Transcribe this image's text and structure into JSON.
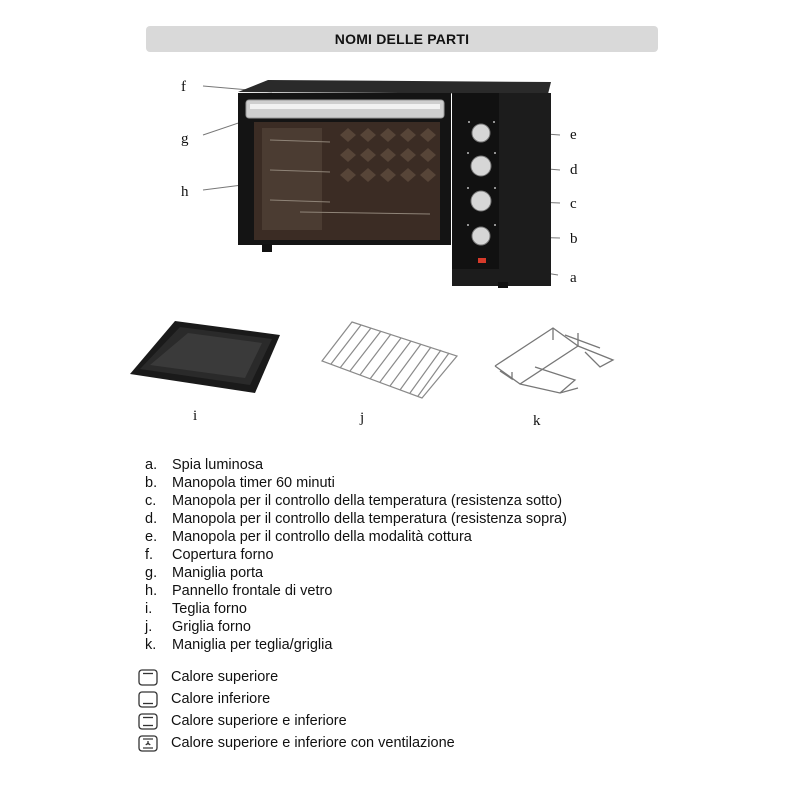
{
  "header": {
    "title": "NOMI DELLE PARTI"
  },
  "callouts": {
    "a": "a",
    "b": "b",
    "c": "c",
    "d": "d",
    "e": "e",
    "f": "f",
    "g": "g",
    "h": "h"
  },
  "accessory_labels": {
    "i": "i",
    "j": "j",
    "k": "k"
  },
  "parts": [
    {
      "key": "a.",
      "text": "Spia luminosa"
    },
    {
      "key": "b.",
      "text": "Manopola timer 60 minuti"
    },
    {
      "key": "c.",
      "text": "Manopola per il controllo della temperatura (resistenza sotto)"
    },
    {
      "key": "d.",
      "text": "Manopola per il controllo della temperatura (resistenza sopra)"
    },
    {
      "key": "e.",
      "text": "Manopola per il controllo della modalità cottura"
    },
    {
      "key": "f.",
      "text": "Copertura forno"
    },
    {
      "key": "g.",
      "text": "Maniglia porta"
    },
    {
      "key": "h.",
      "text": "Pannello frontale di vetro"
    },
    {
      "key": "i.",
      "text": "Teglia forno"
    },
    {
      "key": "j.",
      "text": "Griglia forno"
    },
    {
      "key": "k.",
      "text": "Maniglia per teglia/griglia"
    }
  ],
  "modes": [
    {
      "icon": "top-heat-icon",
      "text": "Calore superiore"
    },
    {
      "icon": "bottom-heat-icon",
      "text": "Calore inferiore"
    },
    {
      "icon": "top-bottom-heat-icon",
      "text": "Calore superiore e inferiore"
    },
    {
      "icon": "top-bottom-fan-icon",
      "text": "Calore superiore e inferiore con ventilazione"
    }
  ],
  "colors": {
    "header_bg": "#d9d9d9",
    "oven_body": "#1a1a1a",
    "glass": "#3a2a22",
    "handle": "#c9c9c9"
  }
}
